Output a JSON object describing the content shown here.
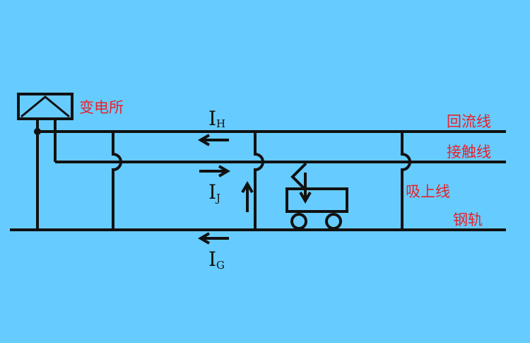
{
  "colors": {
    "background": "#66ccff",
    "label": "#e8202a",
    "line": "#111111"
  },
  "labels": {
    "substation": "变电所",
    "return_line": "回流线",
    "contact_line": "接触线",
    "booster": "吸上线",
    "rail": "钢轨"
  },
  "currents": {
    "h": {
      "main": "I",
      "sub": "H"
    },
    "j": {
      "main": "I",
      "sub": "J"
    },
    "g": {
      "main": "I",
      "sub": "G"
    }
  }
}
